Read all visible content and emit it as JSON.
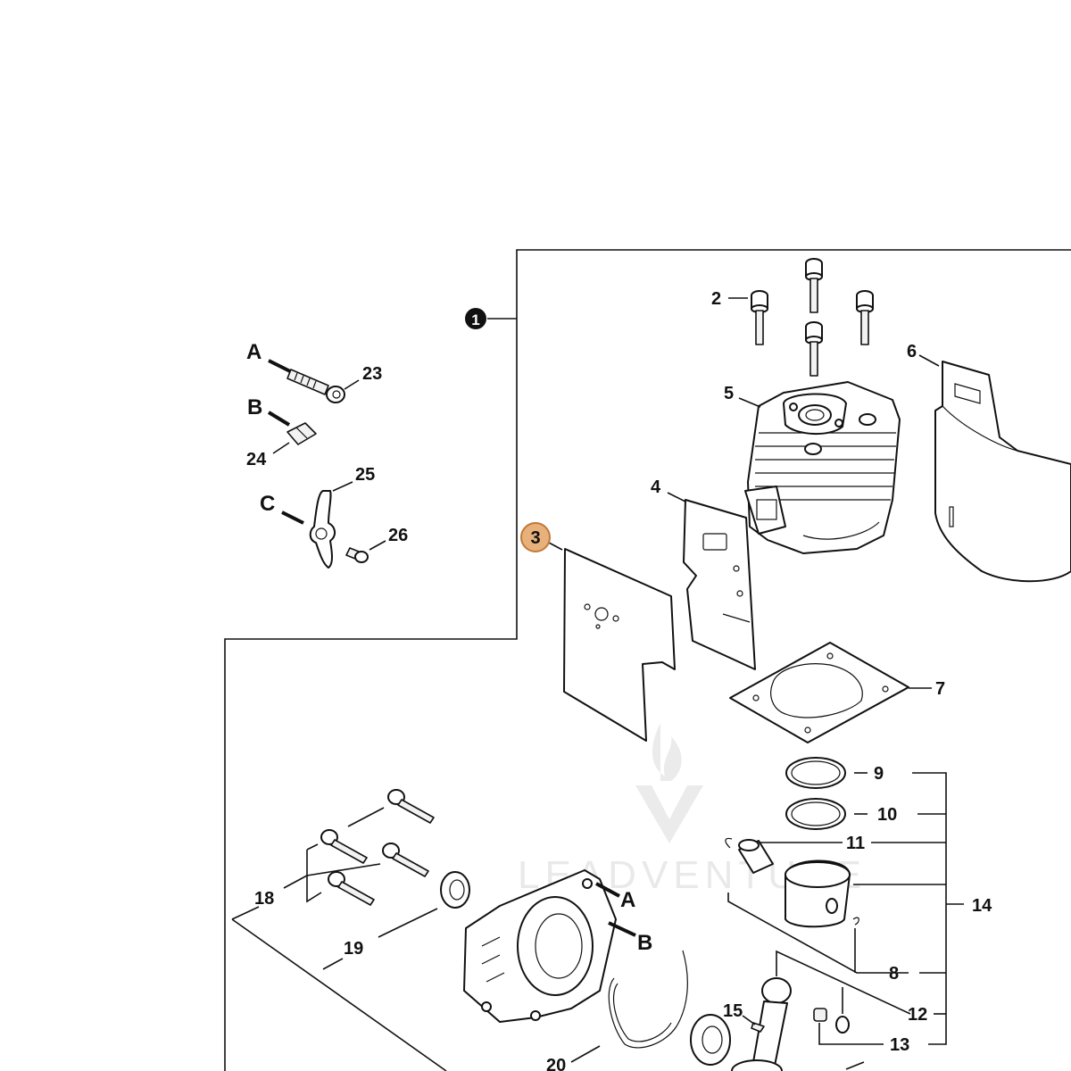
{
  "diagram": {
    "assembly_marker": "1",
    "highlighted_callout": "3",
    "highlight_color": "#e8b07a",
    "highlight_stroke": "#c07a3a",
    "watermark": "LEADVENTURE",
    "callouts": [
      "2",
      "4",
      "5",
      "6",
      "7",
      "8",
      "9",
      "10",
      "11",
      "12",
      "13",
      "14",
      "15",
      "18",
      "19",
      "20",
      "23",
      "24",
      "25",
      "26"
    ],
    "reference_letters": [
      "A",
      "B",
      "C"
    ]
  }
}
